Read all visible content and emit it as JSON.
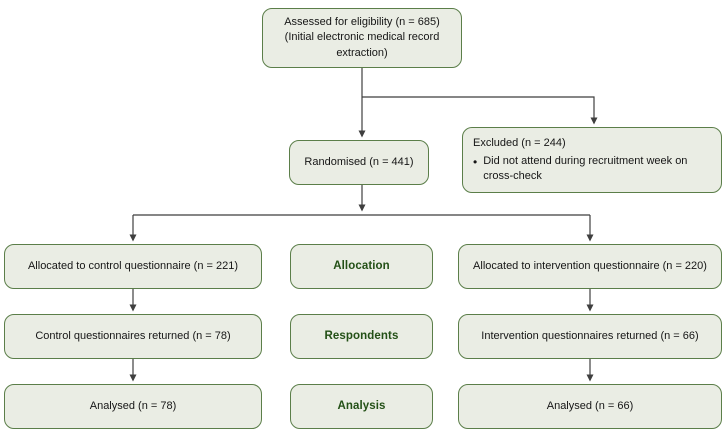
{
  "diagram": {
    "title_semantic": "CONSORT participant flow diagram",
    "assessed": {
      "label": "Assessed for eligibility (n = 685)",
      "sub": "(Initial electronic medical record extraction)"
    },
    "randomised": {
      "label": "Randomised (n = 441)"
    },
    "excluded": {
      "title": "Excluded (n = 244)",
      "bullet": "Did not attend during recruitment week on cross-check"
    },
    "rows": [
      {
        "left": "Allocated to control questionnaire (n = 221)",
        "stage": "Allocation",
        "right": "Allocated to intervention questionnaire (n = 220)"
      },
      {
        "left": "Control questionnaires returned (n = 78)",
        "stage": "Respondents",
        "right": "Intervention questionnaires returned (n = 66)"
      },
      {
        "left": "Analysed (n = 78)",
        "stage": "Analysis",
        "right": "Analysed (n = 66)"
      }
    ],
    "colors": {
      "box_fill": "#eaede4",
      "box_border": "#5b7e49",
      "stage_text": "#235016",
      "line": "#3f3f3f",
      "text": "#161616"
    }
  }
}
